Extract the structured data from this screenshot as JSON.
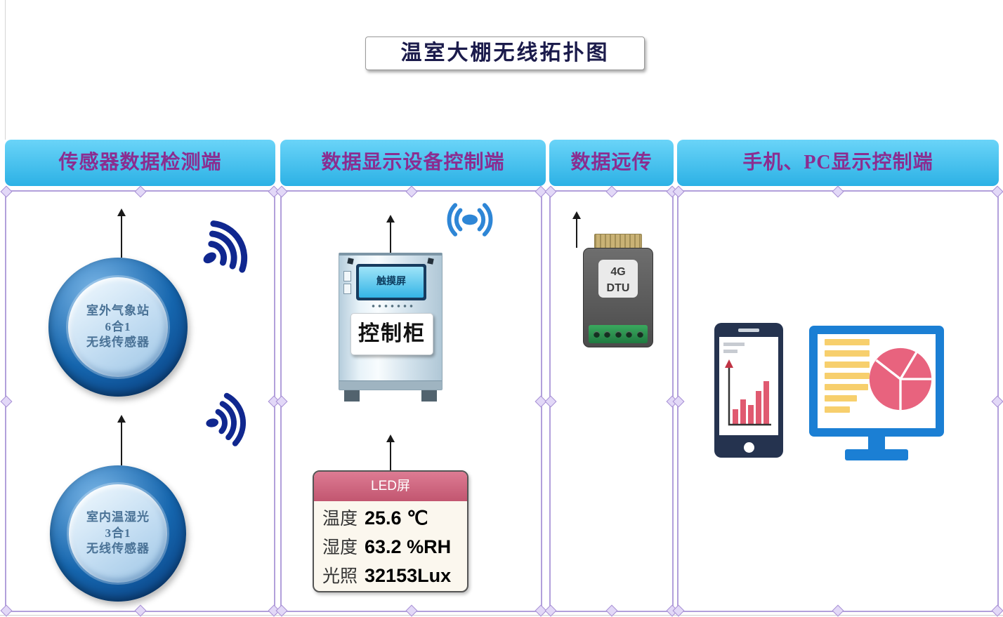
{
  "title": "温室大棚无线拓扑图",
  "colors": {
    "header_bg": "#3ec0ee",
    "header_text": "#8b2d90",
    "panel_border": "#b2a0db",
    "signal_dark": "#10278f",
    "signal_blue": "#2e86d6",
    "sensor_ring_blue": "#0d4f96",
    "led_header_bg": "#cf647e",
    "pie_pink": "#e8637e",
    "monitor_blue": "#1b7fd4"
  },
  "icons": {
    "antenna": "antenna-icon",
    "wifi_signal": "wifi-signal-icon",
    "smartphone": "smartphone-icon",
    "monitor": "monitor-icon",
    "pie_chart": "pie-chart-icon",
    "bar_chart": "bar-chart-icon"
  },
  "panels": {
    "sensors": {
      "header": "传感器数据检测端",
      "items": [
        {
          "line1": "室外气象站",
          "line2": "6合1",
          "line3": "无线传感器"
        },
        {
          "line1": "室内温湿光",
          "line2": "3合1",
          "line3": "无线传感器"
        }
      ]
    },
    "display": {
      "header": "数据显示设备控制端",
      "cabinet": {
        "screen": "触摸屏",
        "label": "控制柜"
      },
      "led": {
        "title": "LED屏",
        "rows": [
          {
            "label": "温度",
            "value": "25.6 ℃"
          },
          {
            "label": "湿度",
            "value": "63.2 %RH"
          },
          {
            "label": "光照",
            "value": "32153Lux"
          }
        ]
      }
    },
    "transfer": {
      "header": "数据远传",
      "dtu": {
        "line1": "4G",
        "line2": "DTU"
      }
    },
    "client": {
      "header": "手机、PC显示控制端"
    }
  }
}
